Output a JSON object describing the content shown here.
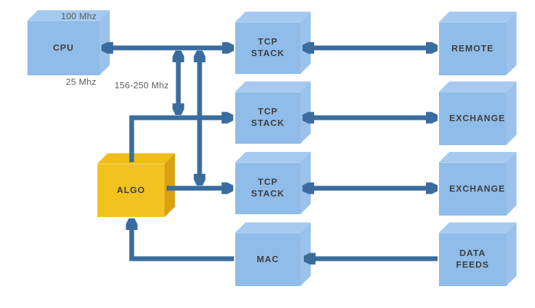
{
  "diagram": {
    "background": "#ffffff",
    "colors": {
      "arrow": "#3a6d9e",
      "node_blue_front": "#8fbce8",
      "node_blue_top": "#a6c9ef",
      "node_blue_side": "#9ac2ea",
      "node_yellow_front": "#f2c21e",
      "node_yellow_top": "#f0bd1a",
      "node_yellow_side": "#d8a212",
      "node_label_text": "#3f4043",
      "annotation_text": "#5b5c5e"
    },
    "nodes": [
      {
        "id": "cpu",
        "label": "CPU",
        "style": "blue"
      },
      {
        "id": "algo",
        "label": "ALGO",
        "style": "yellow"
      },
      {
        "id": "tcp-stack-1",
        "label": "TCP STACK",
        "style": "blue"
      },
      {
        "id": "tcp-stack-2",
        "label": "TCP STACK",
        "style": "blue"
      },
      {
        "id": "tcp-stack-3",
        "label": "TCP STACK",
        "style": "blue"
      },
      {
        "id": "mac",
        "label": "MAC",
        "style": "blue"
      },
      {
        "id": "remote",
        "label": "REMOTE",
        "style": "blue"
      },
      {
        "id": "exchange-1",
        "label": "EXCHANGE",
        "style": "blue"
      },
      {
        "id": "exchange-2",
        "label": "EXCHANGE",
        "style": "blue"
      },
      {
        "id": "data-feeds",
        "label": "DATA FEEDS",
        "style": "blue"
      }
    ],
    "annotations": [
      {
        "id": "cpu-clock",
        "text": "100 Mhz"
      },
      {
        "id": "cpu-bus-clock",
        "text": "25 Mhz"
      },
      {
        "id": "fabric-clock",
        "text": "156-250 Mhz"
      }
    ],
    "edges": [
      {
        "from": "cpu",
        "to": "tcp-stack-1",
        "direction": "bidirectional"
      },
      {
        "from": "tcp-stack-1",
        "to": "remote",
        "direction": "bidirectional"
      },
      {
        "from": "algo",
        "to": "tcp-stack-2",
        "direction": "forward"
      },
      {
        "from": "tcp-stack-2",
        "to": "exchange-1",
        "direction": "bidirectional"
      },
      {
        "from": "algo",
        "to": "tcp-stack-3",
        "direction": "forward"
      },
      {
        "from": "tcp-stack-3",
        "to": "exchange-2",
        "direction": "bidirectional"
      },
      {
        "from": "data-feeds",
        "to": "mac",
        "direction": "forward"
      },
      {
        "from": "mac",
        "to": "algo",
        "direction": "forward"
      },
      {
        "from": "cpu-tcp-link",
        "to": "algo-tcp2-link",
        "direction": "bidirectional"
      },
      {
        "from": "cpu-tcp-link",
        "to": "algo-tcp3-link",
        "direction": "bidirectional"
      }
    ]
  }
}
